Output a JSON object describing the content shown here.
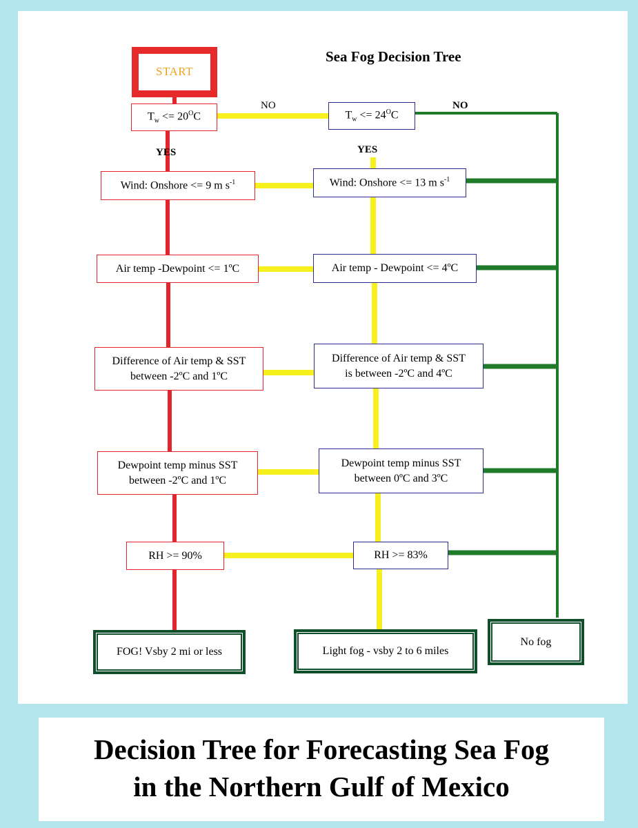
{
  "title": "Sea Fog Decision Tree",
  "caption": {
    "line1": "Decision Tree for Forecasting Sea Fog",
    "line2": "in the Northern Gulf of Mexico"
  },
  "colors": {
    "red_path": "#e3262b",
    "yellow_path": "#f5f01e",
    "green_path": "#1f7a2a",
    "blue_border": "#2b2a8f",
    "start_text": "#f0a01e",
    "background": "#b2e6ec"
  },
  "nodes": {
    "start": "START",
    "tw20": {
      "pre": "T",
      "sub": "w",
      "mid": " <= 20",
      "sup": "O",
      "post": "C"
    },
    "tw24": {
      "pre": "T",
      "sub": "w",
      "mid": " <= 24",
      "sup": "O",
      "post": "C"
    },
    "wind9": {
      "main": "Wind: Onshore <= 9 m s",
      "sup": "-1"
    },
    "wind13": {
      "main": "Wind: Onshore <= 13 m s",
      "sup": "-1"
    },
    "airdew1": "Air temp -Dewpoint <= 1ºC",
    "airdew4": "Air temp - Dewpoint <= 4ºC",
    "diff_left": [
      "Difference of Air temp & SST",
      "between -2ºC and 1ºC"
    ],
    "diff_mid": [
      "Difference of Air temp & SST",
      "is between -2ºC and 4ºC"
    ],
    "dewsst_left": [
      "Dewpoint temp minus SST",
      "between -2ºC and 1ºC"
    ],
    "dewsst_mid": [
      "Dewpoint temp minus SST",
      "between 0ºC and 3ºC"
    ],
    "rh90": "RH >= 90%",
    "rh83": "RH >= 83%",
    "fog": "FOG!  Vsby 2 mi or less",
    "lightfog": "Light fog - vsby 2 to 6 miles",
    "nofog": "No fog"
  },
  "edge_labels": {
    "no_1": "NO",
    "no_2": "NO",
    "yes_1": "YES",
    "yes_2": "YES"
  }
}
